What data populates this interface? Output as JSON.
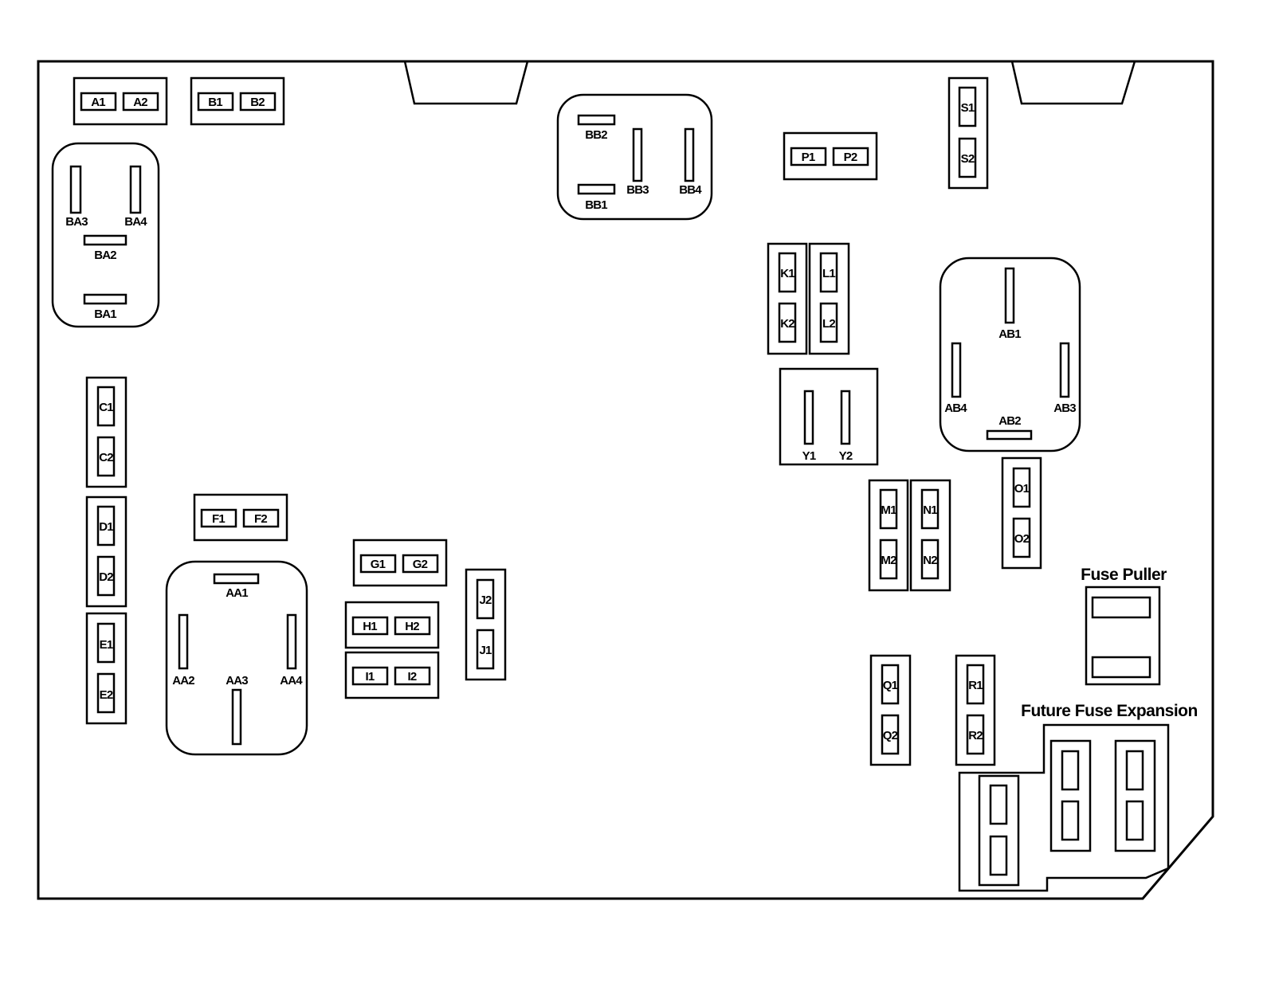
{
  "diagram": {
    "fuse_puller_label": "Fuse Puller",
    "future_expansion_label": "Future Fuse Expansion",
    "fuses": {
      "A1": "A1",
      "A2": "A2",
      "B1": "B1",
      "B2": "B2",
      "C1": "C1",
      "C2": "C2",
      "D1": "D1",
      "D2": "D2",
      "E1": "E1",
      "E2": "E2",
      "F1": "F1",
      "F2": "F2",
      "G1": "G1",
      "G2": "G2",
      "H1": "H1",
      "H2": "H2",
      "I1": "I1",
      "I2": "I2",
      "J1": "J1",
      "J2": "J2",
      "K1": "K1",
      "K2": "K2",
      "L1": "L1",
      "L2": "L2",
      "M1": "M1",
      "M2": "M2",
      "N1": "N1",
      "N2": "N2",
      "O1": "O1",
      "O2": "O2",
      "P1": "P1",
      "P2": "P2",
      "Q1": "Q1",
      "Q2": "Q2",
      "R1": "R1",
      "R2": "R2",
      "S1": "S1",
      "S2": "S2",
      "Y1": "Y1",
      "Y2": "Y2"
    },
    "relays": {
      "BA1": "BA1",
      "BA2": "BA2",
      "BA3": "BA3",
      "BA4": "BA4",
      "BB1": "BB1",
      "BB2": "BB2",
      "BB3": "BB3",
      "BB4": "BB4",
      "AA1": "AA1",
      "AA2": "AA2",
      "AA3": "AA3",
      "AA4": "AA4",
      "AB1": "AB1",
      "AB2": "AB2",
      "AB3": "AB3",
      "AB4": "AB4"
    }
  }
}
